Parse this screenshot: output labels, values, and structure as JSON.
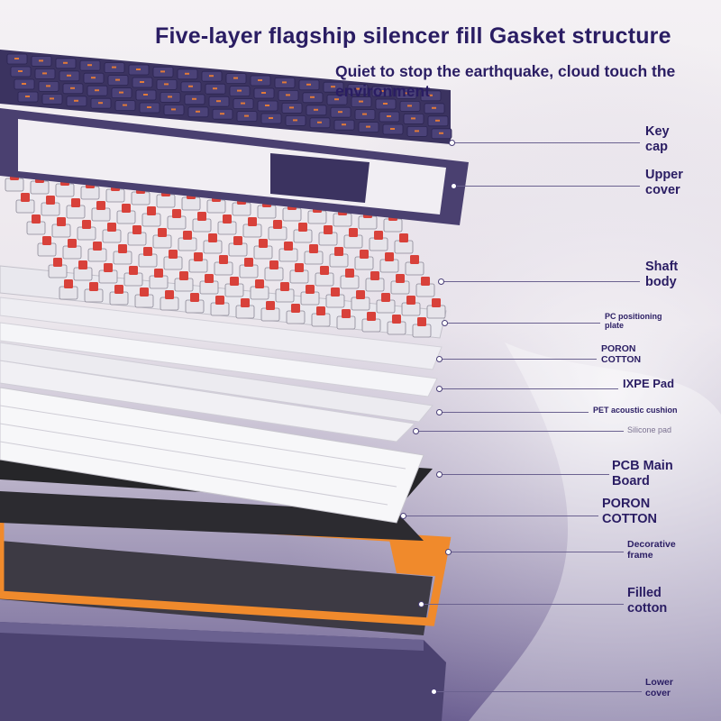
{
  "header": {
    "title": "Five-layer flagship silencer fill Gasket structure",
    "subtitle": "Quiet to stop the earthquake, cloud touch the environment"
  },
  "labels": {
    "key_cap": [
      "Key",
      "cap"
    ],
    "upper_cover": [
      "Upper",
      "cover"
    ],
    "shaft_body": [
      "Shaft",
      "body"
    ],
    "pc_plate": [
      "PC positioning",
      "plate"
    ],
    "poron_top": [
      "PORON",
      "COTTON"
    ],
    "ixpe": "IXPE Pad",
    "pet": "PET acoustic cushion",
    "silicone": "Silicone pad",
    "pcb": [
      "PCB Main",
      "Board"
    ],
    "poron_bottom": [
      "PORON",
      "COTTON"
    ],
    "decorative": [
      "Decorative",
      "frame"
    ],
    "filled": [
      "Filled",
      "cotton"
    ],
    "lower_cover": [
      "Lower",
      "cover"
    ]
  },
  "colors": {
    "text": "#2a1d63",
    "keycap": "#3b3360",
    "keycap_legend": "#e07a3a",
    "switch_stem": "#d8413a",
    "frame_accent": "#f08a2c",
    "plate": "#2b2b2e"
  }
}
